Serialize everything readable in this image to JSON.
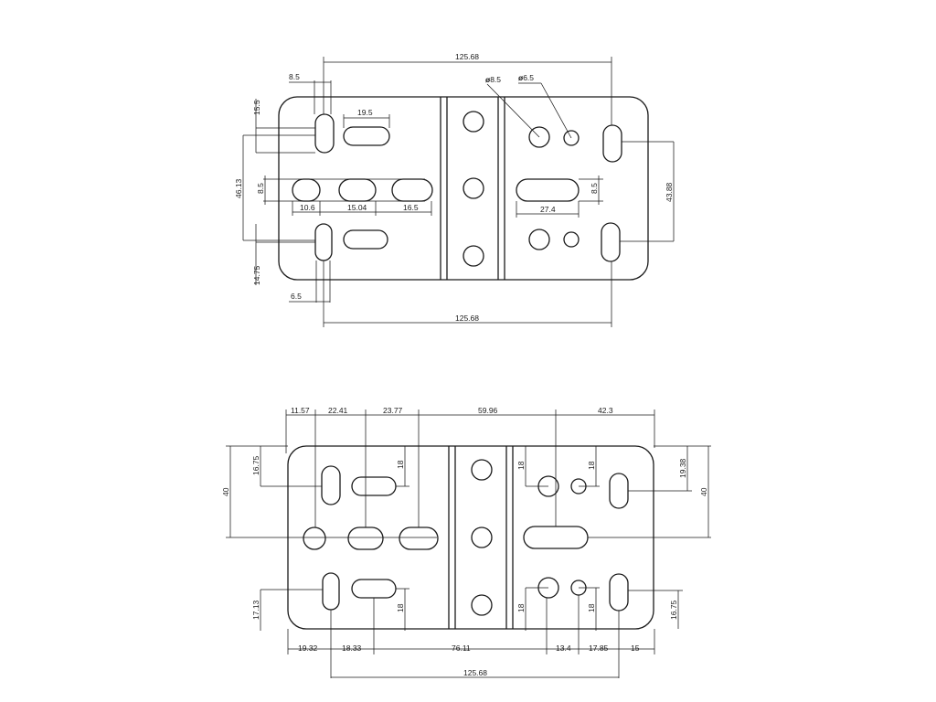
{
  "top_view": {
    "dims": {
      "overall_top": "125.68",
      "slot_width_top": "8.5",
      "dia_large": "8.5",
      "dia_small": "6.5",
      "slot_offset_top": "15.5",
      "slot_length_top": "19.5",
      "left_span": "46.13",
      "mid_slot_width": "8.5",
      "mid_pitch_1": "10.6",
      "mid_pitch_2": "15.04",
      "mid_pitch_3": "16.5",
      "right_slot_width": "8.5",
      "right_slot_length": "27.4",
      "right_span": "43.88",
      "slot_offset_bottom": "14.75",
      "slot_width_bottom": "6.5",
      "overall_bottom": "125.68"
    }
  },
  "bottom_view": {
    "dims": {
      "top_1": "11.57",
      "top_2": "22.41",
      "top_3": "23.77",
      "top_4": "59.96",
      "top_5": "42.3",
      "height_left": "40",
      "height_right": "40",
      "left_upper": "16.75",
      "left_lower": "17.13",
      "slot_upper_right": "18",
      "slot_lower_right": "18",
      "hole_upper_a": "18",
      "hole_upper_b": "18",
      "hole_lower_a": "18",
      "hole_lower_b": "18",
      "right_upper": "19.38",
      "right_lower": "16.75",
      "bottom_1": "19.32",
      "bottom_2": "18.33",
      "bottom_3": "76.11",
      "bottom_4": "13.4",
      "bottom_5": "17.85",
      "bottom_6": "15",
      "overall_bottom": "125.68"
    }
  }
}
